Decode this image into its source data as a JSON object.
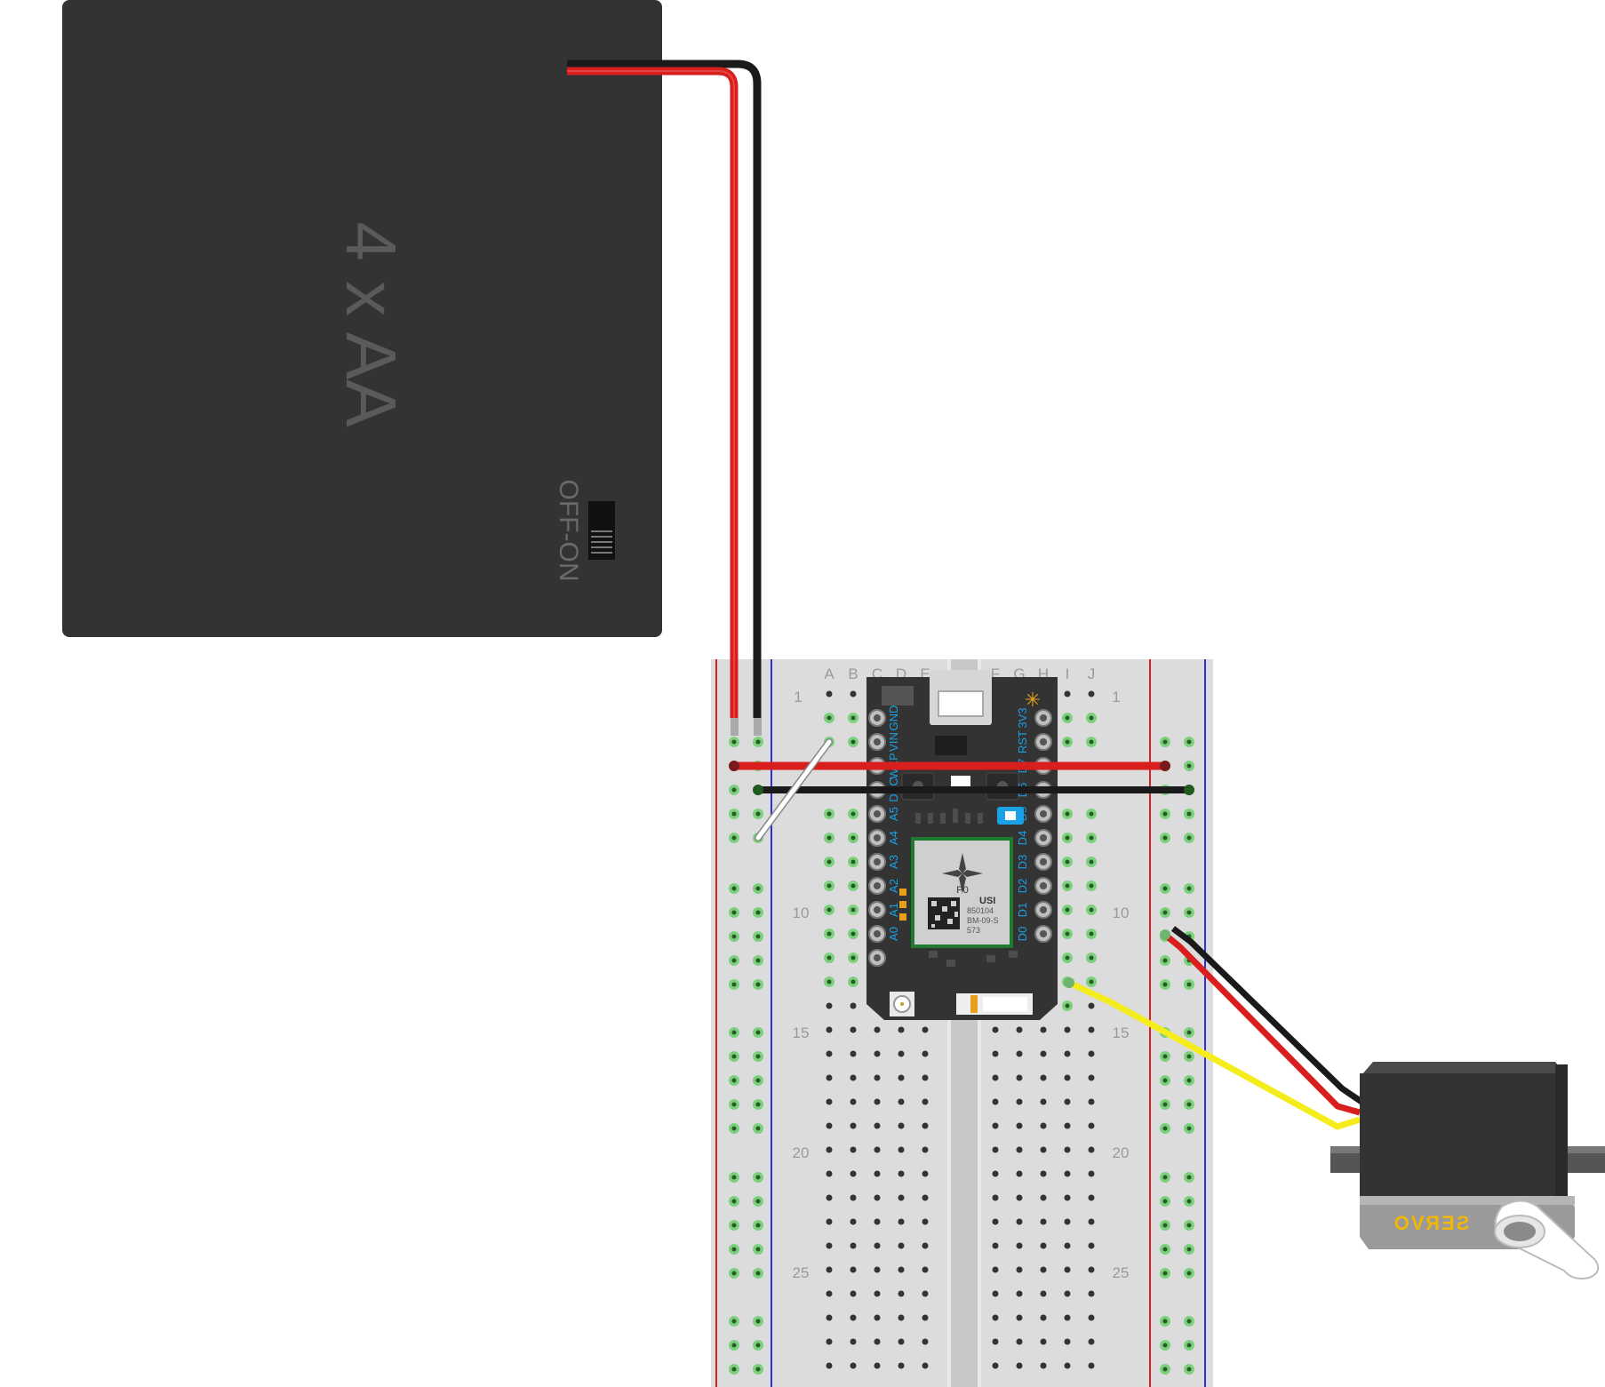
{
  "battery": {
    "label": "4 x AA",
    "switch_label": "OFF-ON",
    "body_color": "#333333"
  },
  "breadboard": {
    "column_letters": [
      "A",
      "B",
      "C",
      "D",
      "E",
      "F",
      "G",
      "H",
      "I",
      "J"
    ],
    "row_numbers": [
      "1",
      "10",
      "15",
      "20",
      "25"
    ],
    "rail_red": "#d92027",
    "rail_blue": "#2f2fd8",
    "hole_color": "#333333",
    "connected_hole_color": "#7bd17b"
  },
  "board": {
    "name": "P0",
    "left_pins": [
      "GND",
      "VIN",
      "WKP",
      "DAC",
      "A5",
      "A4",
      "A3",
      "A2",
      "A1",
      "A0"
    ],
    "right_pins": [
      "3V3",
      "RST",
      "D7",
      "D6",
      "D5",
      "D4",
      "D3",
      "D2",
      "D1",
      "D0"
    ],
    "module_lines": [
      "850104",
      "BM-09-S",
      "573"
    ],
    "module_brand": "USI",
    "pin_label_color": "#1aa1e6",
    "body_color": "#333333"
  },
  "servo": {
    "label": "SERVO",
    "label_color": "#f2b705",
    "body_color": "#333333"
  },
  "wires": {
    "power_color": "#d91e1e",
    "ground_color": "#1a1a1a",
    "signal_color": "#f5ec1b",
    "jumper_color": "#ffffff"
  }
}
